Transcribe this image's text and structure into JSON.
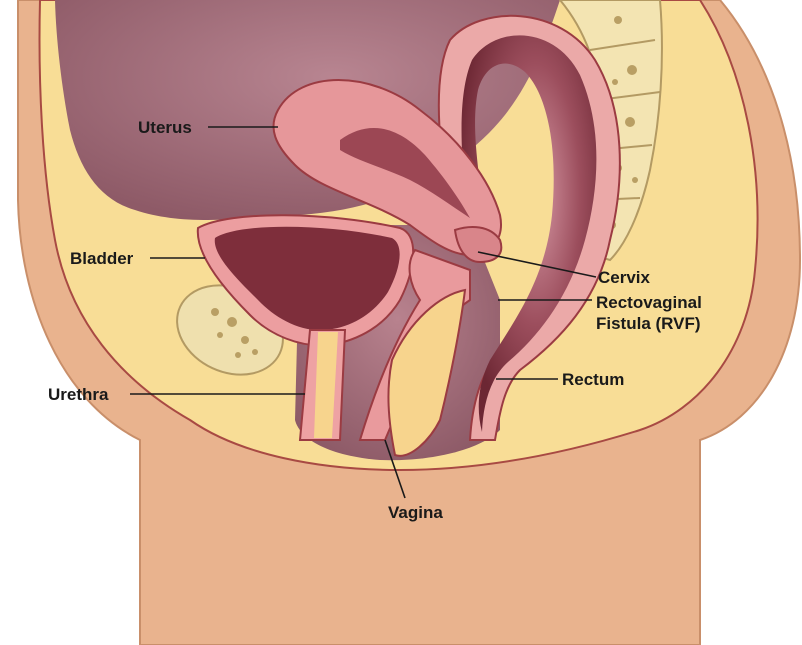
{
  "labels": {
    "uterus": "Uterus",
    "bladder": "Bladder",
    "urethra": "Urethra",
    "cervix": "Cervix",
    "rvf_line1": "Rectovaginal",
    "rvf_line2": "Fistula (RVF)",
    "rectum": "Rectum",
    "vagina": "Vagina"
  },
  "colors": {
    "skin": "#e9b38e",
    "fat": "#f8dd96",
    "cavity": "#a36e7b",
    "organ_pink": "#e69a9b",
    "organ_dark": "#7a2f3b",
    "bone": "#f3e4b2",
    "outline": "#9b3b42"
  }
}
